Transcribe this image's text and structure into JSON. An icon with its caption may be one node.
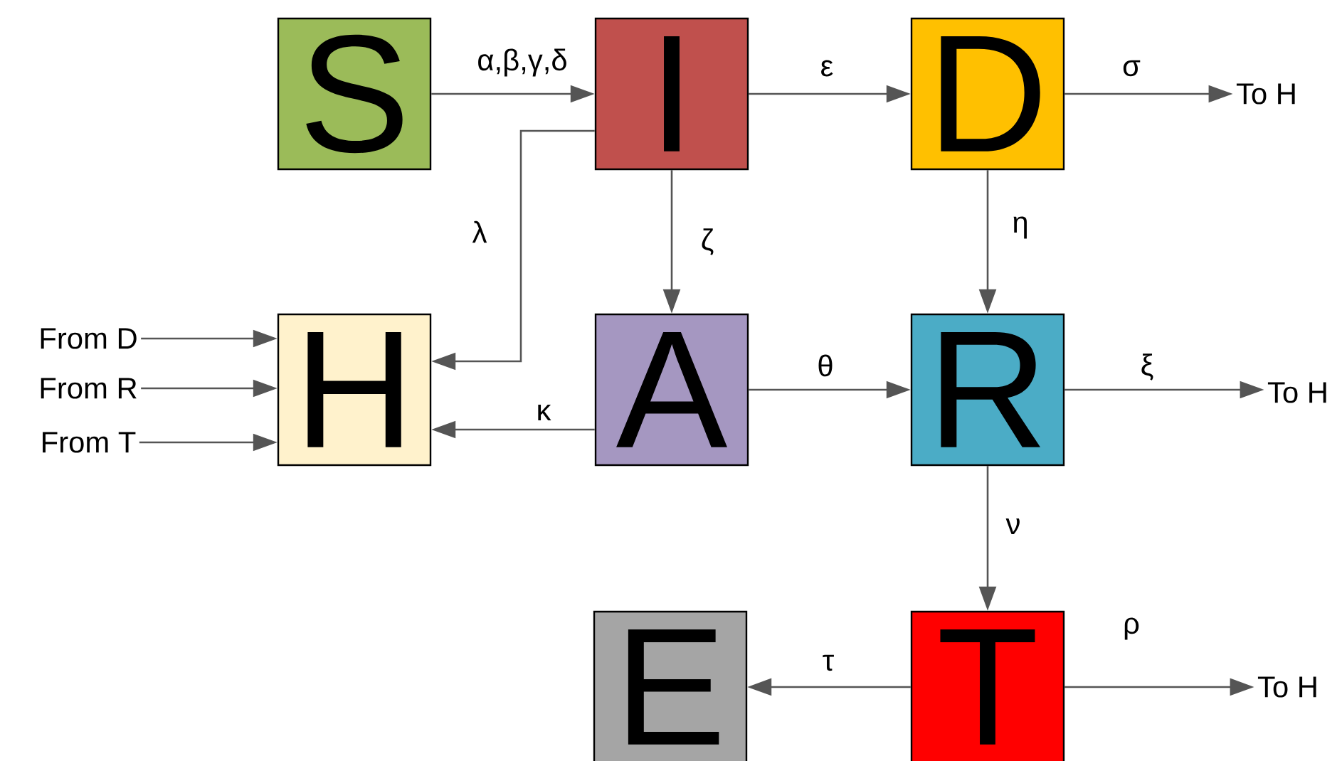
{
  "diagram": {
    "nodes": [
      {
        "text": [
          "S"
        ]
      },
      {
        "text": [
          "I"
        ]
      },
      {
        "text": [
          "D"
        ]
      },
      {
        "text": [
          "To H"
        ]
      },
      {
        "text": [
          "From D"
        ]
      },
      {
        "text": [
          "From R"
        ]
      },
      {
        "text": [
          "From T"
        ]
      },
      {
        "text": [
          "H"
        ]
      },
      {
        "text": [
          "A"
        ]
      },
      {
        "text": [
          "R"
        ]
      },
      {
        "text": [
          "To H"
        ]
      },
      {
        "text": [
          "E"
        ]
      },
      {
        "text": [
          "T"
        ]
      },
      {
        "text": [
          "To H"
        ]
      }
    ],
    "edges": [
      {
        "from": 0,
        "to": 1,
        "arrow": "to",
        "label": "α,β,γ,δ"
      },
      {
        "from": 1,
        "to": 2,
        "arrow": "to",
        "label": "ε"
      },
      {
        "from": 2,
        "to": 3,
        "arrow": "to",
        "label": "σ"
      },
      {
        "from": 1,
        "to": 7,
        "arrow": "to",
        "label": "λ"
      },
      {
        "from": 1,
        "to": 8,
        "arrow": "to",
        "label": "ζ"
      },
      {
        "from": 2,
        "to": 9,
        "arrow": "to",
        "label": "η"
      },
      {
        "from": 4,
        "to": 7,
        "arrow": "to"
      },
      {
        "from": 5,
        "to": 7,
        "arrow": "to"
      },
      {
        "from": 6,
        "to": 7,
        "arrow": "to"
      },
      {
        "from": 8,
        "to": 7,
        "arrow": "to",
        "label": "κ"
      },
      {
        "from": 8,
        "to": 9,
        "arrow": "to",
        "label": "θ"
      },
      {
        "from": 9,
        "to": 10,
        "arrow": "to",
        "label": "ξ"
      },
      {
        "from": 9,
        "to": 12,
        "arrow": "to",
        "label": "ν"
      },
      {
        "from": 12,
        "to": 11,
        "arrow": "to",
        "label": "τ"
      },
      {
        "from": 12,
        "to": 13,
        "arrow": "to",
        "label": "ρ"
      }
    ]
  }
}
